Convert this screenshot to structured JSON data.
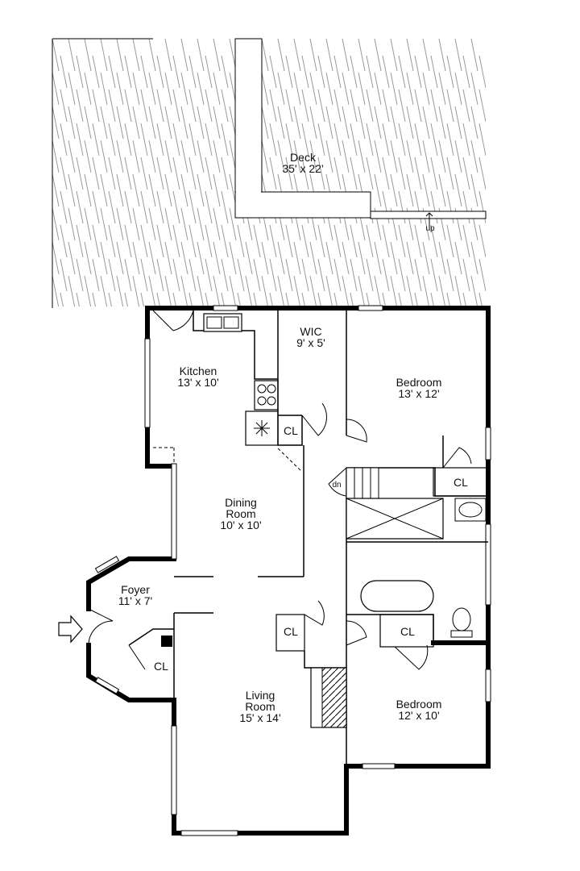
{
  "rooms": {
    "deck": {
      "name": "Deck",
      "size": "35' x 22'"
    },
    "kitchen": {
      "name": "Kitchen",
      "size": "13' x 10'"
    },
    "wic": {
      "name": "WIC",
      "size": "9' x 5'"
    },
    "bedroom1": {
      "name": "Bedroom",
      "size": "13' x 12'"
    },
    "dining": {
      "name1": "Dining",
      "name2": "Room",
      "size": "10' x 10'"
    },
    "foyer": {
      "name": "Foyer",
      "size": "11' x 7'"
    },
    "living": {
      "name1": "Living",
      "name2": "Room",
      "size": "15' x 14'"
    },
    "bedroom2": {
      "name": "Bedroom",
      "size": "12' x 10'"
    }
  },
  "closets": {
    "kitchen": "CL",
    "bedroom1": "CL",
    "living": "CL",
    "foyer": "CL",
    "bedroom2": "CL"
  },
  "stairs": {
    "up": "up",
    "down": "dn"
  },
  "colors": {
    "wall": "#000000",
    "background": "#ffffff",
    "deck_pattern": "#9a9a9a"
  }
}
